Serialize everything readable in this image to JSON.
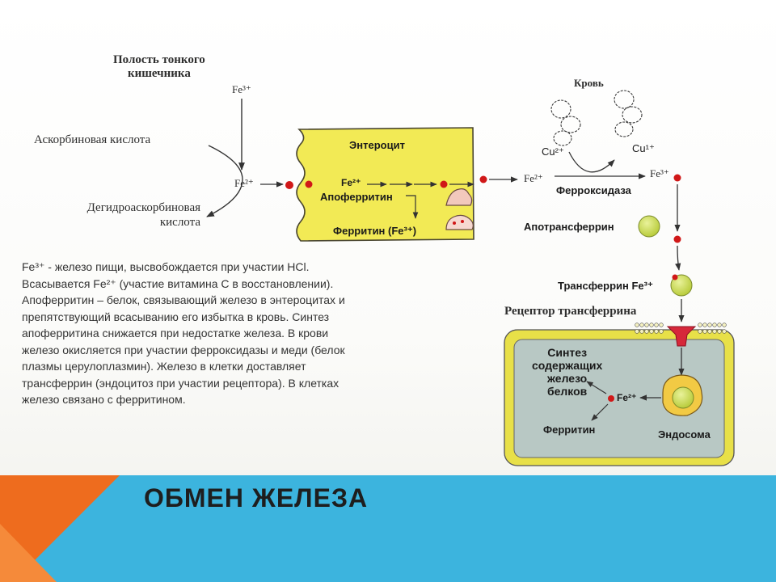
{
  "diagram": {
    "intestine_cavity": [
      "Полость тонкого",
      "кишечника"
    ],
    "fe3": "Fe³⁺",
    "fe2": "Fe²⁺",
    "ascorbic_acid": "Аскорбиновая кислота",
    "dehydroascorbic_acid": [
      "Дегидроаскорбиновая",
      "кислота"
    ],
    "enterocyte": {
      "title": "Энтероцит",
      "fe2": "Fe²⁺",
      "apoferritin": "Апоферритин",
      "ferritin": "Ферритин (Fe³⁺)"
    },
    "blood": "Кровь",
    "cu2": "Cu²⁺",
    "cu1": "Cu¹⁺",
    "ferroxidase": "Ферроксидаза",
    "blood_fe2": "Fe²⁺",
    "blood_fe3": "Fe³⁺",
    "apotransferrin": "Апотрансферрин",
    "transferrin": "Трансферрин Fe³⁺",
    "transferrin_receptor": "Рецептор трансферрина",
    "cell": {
      "synthesis": [
        "Синтез",
        "содержащих",
        "железо",
        "белков"
      ],
      "fe2": "Fe²⁺",
      "ferritin": "Ферритин",
      "endosome": "Эндосома"
    }
  },
  "description": [
    "Fe³⁺ - железо пищи, высвобождается при участии  HCl.",
    "Всасывается Fe²⁺ (участие витамина С в восстановлении).",
    "Апоферритин – белок, связывающий железо в энтероцитах и",
    "препятствующий всасыванию его избытка в кровь. Синтез",
    "апоферритина снижается при недостатке железа. В крови",
    "железо окисляется при участии ферроксидазы и меди (белок",
    "плазмы церулоплазмин). Железо в клетки доставляет",
    "трансферрин (эндоцитоз при участии рецептора). В клетках",
    "железо связано с ферритином."
  ],
  "slide_title": "ОБМЕН ЖЕЛЕЗА",
  "colors": {
    "enterocyte_fill": "#f2ea55",
    "cell_membrane": "#e8e048",
    "cytoplasm": "#b8c8c4",
    "iron_dot": "#d01818",
    "transferrin_ball": "#cddf4c",
    "banner_blue": "#3cb4de",
    "banner_orange": "#ee6c1e"
  }
}
